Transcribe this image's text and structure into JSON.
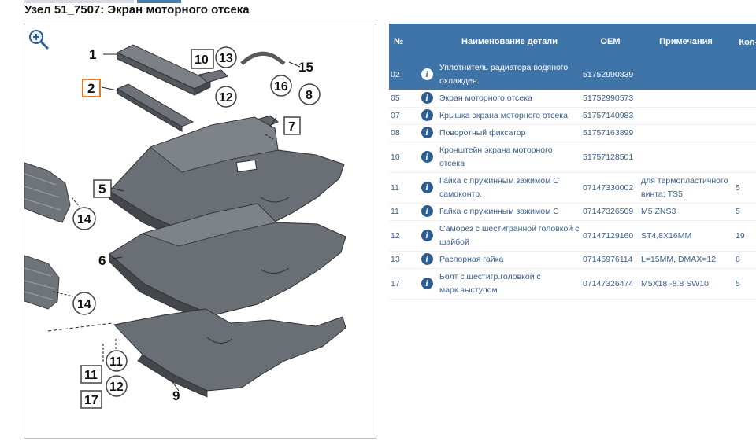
{
  "page": {
    "title": "Узел 51_7507: Экран моторного отсека"
  },
  "diagram": {
    "zoom_icon": "zoom-in-icon",
    "callouts": [
      "1",
      "2",
      "5",
      "6",
      "9",
      "14",
      "14",
      "15",
      "16",
      "10",
      "13",
      "12",
      "8",
      "7",
      "11",
      "11",
      "12",
      "17"
    ]
  },
  "table": {
    "headers": {
      "no": "№",
      "name": "Наименование детали",
      "oem": "OEM",
      "note": "Примечания",
      "qty": "Кол-во"
    },
    "rows": [
      {
        "no": "02",
        "name": "Уплотнитель радиатора водяного охлажден.",
        "oem": "51752990839",
        "note": "",
        "qty": "",
        "selected": true
      },
      {
        "no": "05",
        "name": "Экран моторного отсека",
        "oem": "51752990573",
        "note": "",
        "qty": ""
      },
      {
        "no": "07",
        "name": "Крышка экрана моторного отсека",
        "oem": "51757140983",
        "note": "",
        "qty": ""
      },
      {
        "no": "08",
        "name": "Поворотный фиксатор",
        "oem": "51757163899",
        "note": "",
        "qty": ""
      },
      {
        "no": "10",
        "name": "Кронштейн экрана моторного отсека",
        "oem": "51757128501",
        "note": "",
        "qty": ""
      },
      {
        "no": "11",
        "name": "Гайка с пружинным зажимом С самоконтр.",
        "oem": "07147330002",
        "note": "для термопластичного винта; TS5",
        "qty": "5"
      },
      {
        "no": "11",
        "name": "Гайка с пружинным зажимом С",
        "oem": "07147326509",
        "note": "M5 ZNS3",
        "qty": "5"
      },
      {
        "no": "12",
        "name": "Саморез с шестигранной головкой с шайбой",
        "oem": "07147129160",
        "note": "ST4,8X16MM",
        "qty": "19"
      },
      {
        "no": "13",
        "name": "Распорная гайка",
        "oem": "07146976114",
        "note": "L=15MM, DMAX=12",
        "qty": "8"
      },
      {
        "no": "17",
        "name": "Болт с шестигр.головкой с марк.выступом",
        "oem": "07147326474",
        "note": "M5X18 -8.8 SW10",
        "qty": "5"
      }
    ]
  }
}
